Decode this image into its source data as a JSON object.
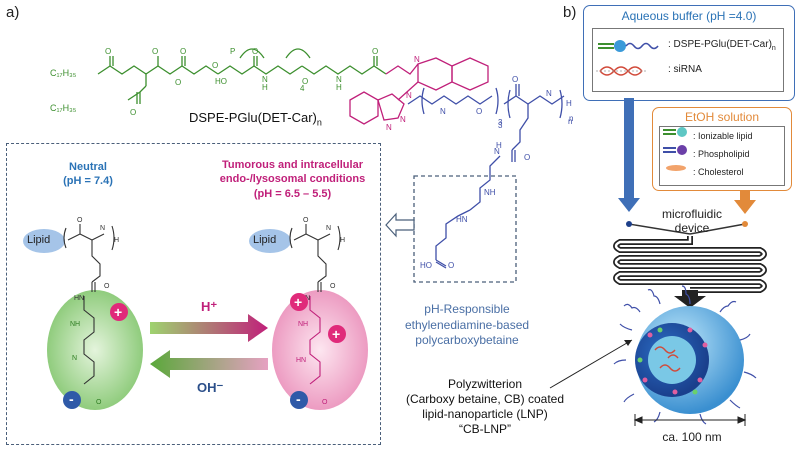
{
  "panel_a_label": "a)",
  "panel_b_label": "b)",
  "chem": {
    "c17_1": "C₁₇H₃₅",
    "c17_2": "C₁₇H₃₅",
    "peg4_sub": "4",
    "peg3_sub": "3",
    "n_sub": "n",
    "compound_name": "DSPE-PGlu(DET-Car)",
    "compound_sub": "n"
  },
  "neutral": {
    "title": "Neutral",
    "ph": "(pH = 7.4)"
  },
  "tumor": {
    "title1": "Tumorous and intracellular",
    "title2": "endo-/lysosomal conditions",
    "ph": "(pH = 6.5 – 5.5)"
  },
  "arrows": {
    "h_plus": "H⁺",
    "oh_minus": "OH⁻"
  },
  "lipid_label_left": "Lipid",
  "lipid_label_right": "Lipid",
  "ph_responsible": {
    "line1": "pH-Responsible",
    "line2": "ethylenediamine-based",
    "line3": "polycarboxybetaine"
  },
  "aqueous": {
    "title": "Aqueous buffer (pH =4.0)",
    "legend1": ": DSPE-PGlu(DET-Car)",
    "legend1_sub": "n",
    "legend2": ": siRNA"
  },
  "etoh": {
    "title": "EtOH solution",
    "legend1": ": Ionizable lipid",
    "legend2": ": Phospholipid",
    "legend3": ": Cholesterol"
  },
  "device": {
    "line1": "microfluidic",
    "line2": "device"
  },
  "lnp_caption": {
    "line1": "Polyzwitterion",
    "line2": "(Carboxy betaine, CB) coated",
    "line3": "lipid-nanoparticle (LNP)",
    "line4": "“CB-LNP”"
  },
  "scale": "ca. 100 nm",
  "colors": {
    "green": "#3c8f2e",
    "magenta": "#c0207a",
    "blue": "#3f4fa8",
    "dash": "#4a5f7a",
    "orange": "#e28a3a"
  }
}
